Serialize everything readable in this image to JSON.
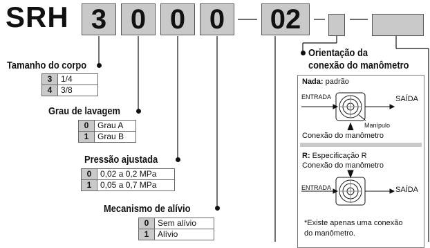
{
  "code": {
    "prefix": "SRH",
    "body_size": "3",
    "flushing": "0",
    "pressure": "0",
    "relief": "0",
    "dash": "—",
    "suffix": "02"
  },
  "body_size": {
    "title": "Tamanho do corpo",
    "options": [
      {
        "code": "3",
        "label": "1/4"
      },
      {
        "code": "4",
        "label": "3/8"
      }
    ]
  },
  "flushing": {
    "title": "Grau de lavagem",
    "options": [
      {
        "code": "0",
        "label": "Grau A"
      },
      {
        "code": "1",
        "label": "Grau B"
      }
    ]
  },
  "pressure": {
    "title": "Pressão ajustada",
    "options": [
      {
        "code": "0",
        "label": "0,02 a 0,2 MPa"
      },
      {
        "code": "1",
        "label": "0,05 a 0,7 MPa"
      }
    ]
  },
  "relief": {
    "title": "Mecanismo de alívio",
    "options": [
      {
        "code": "0",
        "label": "Sem alívio"
      },
      {
        "code": "1",
        "label": "Alívio"
      }
    ]
  },
  "gauge": {
    "title_line1": "Orientação da",
    "title_line2": "conexão do manômetro",
    "none_code": "Nada:",
    "none_label": "padrão",
    "entry": "ENTRADA",
    "exit": "SAÍDA",
    "handle": "Manípulo",
    "gauge_port_1": "Conexão do manômetro",
    "r_code": "R:",
    "r_label": "Especificação R",
    "gauge_port_2": "Conexão do manômetro",
    "entry_2": "ENTRADA",
    "exit_2": "SAÍDA",
    "note_line1": "*Existe apenas uma conexão",
    "note_line2": "do manômetro."
  }
}
